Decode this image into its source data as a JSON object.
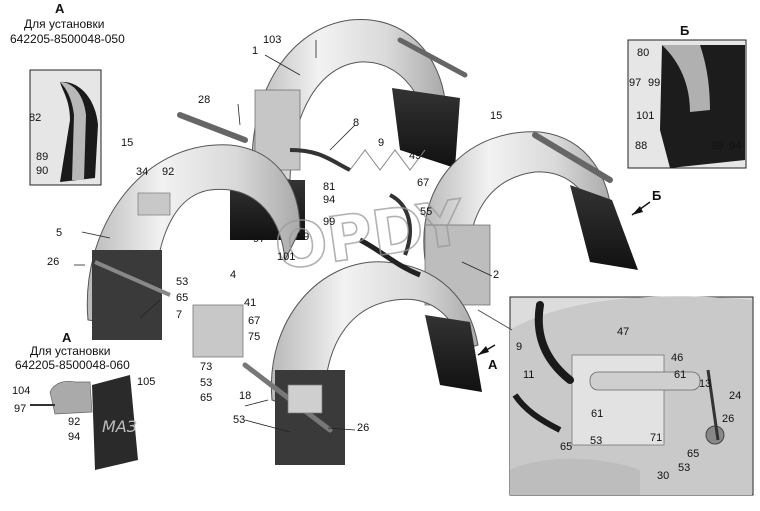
{
  "inset_a_top": {
    "letter": "А",
    "line1": "Для установки",
    "line2": "642205-8500048-050",
    "labels": [
      "82",
      "89",
      "90"
    ]
  },
  "inset_a_bottom": {
    "letter": "А",
    "line1": "Для установки",
    "line2": "642205-8500048-060",
    "labels": [
      "104",
      "105",
      "97",
      "92",
      "94"
    ]
  },
  "inset_b": {
    "letter": "Б",
    "labels": [
      "80",
      "97",
      "99",
      "101",
      "88",
      "99",
      "94"
    ]
  },
  "view_arrows": {
    "b": "Б",
    "a": "А"
  },
  "main_labels": [
    "103",
    "1",
    "28",
    "8",
    "9",
    "49",
    "15",
    "15",
    "34",
    "92",
    "5",
    "26",
    "81",
    "94",
    "99",
    "97",
    "99",
    "101",
    "4",
    "53",
    "65",
    "7",
    "67",
    "55",
    "2",
    "41",
    "67",
    "75",
    "73",
    "53",
    "65",
    "18",
    "53",
    "26"
  ],
  "detail_labels": [
    "9",
    "47",
    "46",
    "61",
    "11",
    "13",
    "24",
    "61",
    "26",
    "71",
    "53",
    "65",
    "65",
    "53",
    "30"
  ],
  "watermark": "OPDY"
}
